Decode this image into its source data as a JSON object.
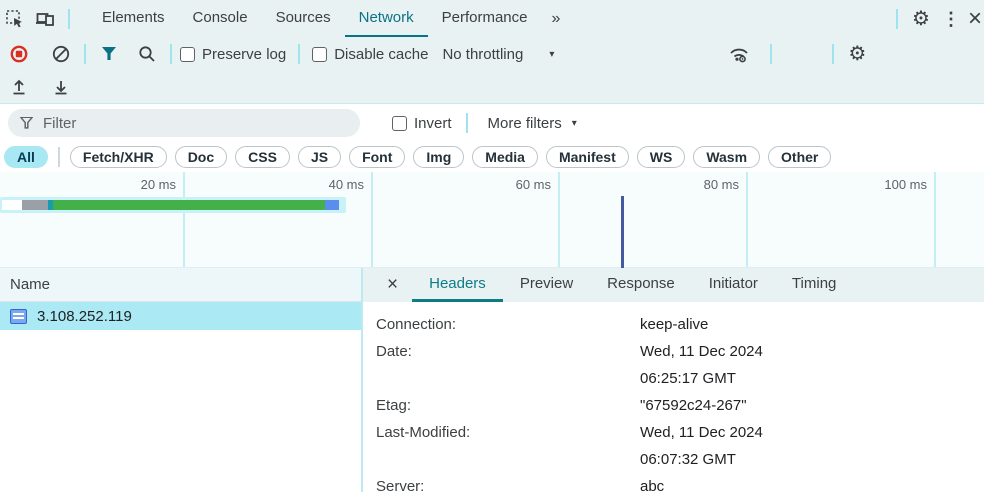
{
  "colors": {
    "accent_teal": "#0b7285",
    "selection_cyan": "#abe9f4",
    "record_red": "#d93025",
    "waterfall_green": "#43b049",
    "waterfall_gray": "#9aa0a6",
    "waterfall_blue": "#5b8def",
    "load_marker_blue": "#44599e"
  },
  "main_toolbar": {
    "tabs": [
      {
        "label": "Elements"
      },
      {
        "label": "Console"
      },
      {
        "label": "Sources"
      },
      {
        "label": "Network"
      },
      {
        "label": "Performance"
      }
    ],
    "more_tabs_glyph": "»",
    "gear_glyph": "⚙",
    "kebab_glyph": "⋮",
    "close_glyph": "×"
  },
  "network_toolbar": {
    "preserve_log_label": "Preserve log",
    "disable_cache_label": "Disable cache",
    "throttling_value": "No throttling",
    "caret_glyph": "▾"
  },
  "filter_bar": {
    "placeholder": "Filter",
    "invert_label": "Invert",
    "more_filters_label": "More filters",
    "caret_glyph": "▾"
  },
  "type_filters": [
    "All",
    "Fetch/XHR",
    "Doc",
    "CSS",
    "JS",
    "Font",
    "Img",
    "Media",
    "Manifest",
    "WS",
    "Wasm",
    "Other"
  ],
  "timeline": {
    "ticks": [
      "20 ms",
      "40 ms",
      "60 ms",
      "80 ms",
      "100 ms"
    ]
  },
  "requests": {
    "name_header": "Name",
    "rows": [
      {
        "name": "3.108.252.119"
      }
    ]
  },
  "detail_panel": {
    "close_glyph": "×",
    "tabs": [
      "Headers",
      "Preview",
      "Response",
      "Initiator",
      "Timing"
    ],
    "selected_tab": "Headers",
    "response_headers": [
      {
        "key": "Connection:",
        "value": "keep-alive"
      },
      {
        "key": "Date:",
        "value": "Wed, 11 Dec 2024 06:25:17 GMT"
      },
      {
        "key": "Etag:",
        "value": "\"67592c24-267\""
      },
      {
        "key": "Last-Modified:",
        "value": "Wed, 11 Dec 2024 06:07:32 GMT"
      },
      {
        "key": "Server:",
        "value": "abc"
      }
    ]
  }
}
